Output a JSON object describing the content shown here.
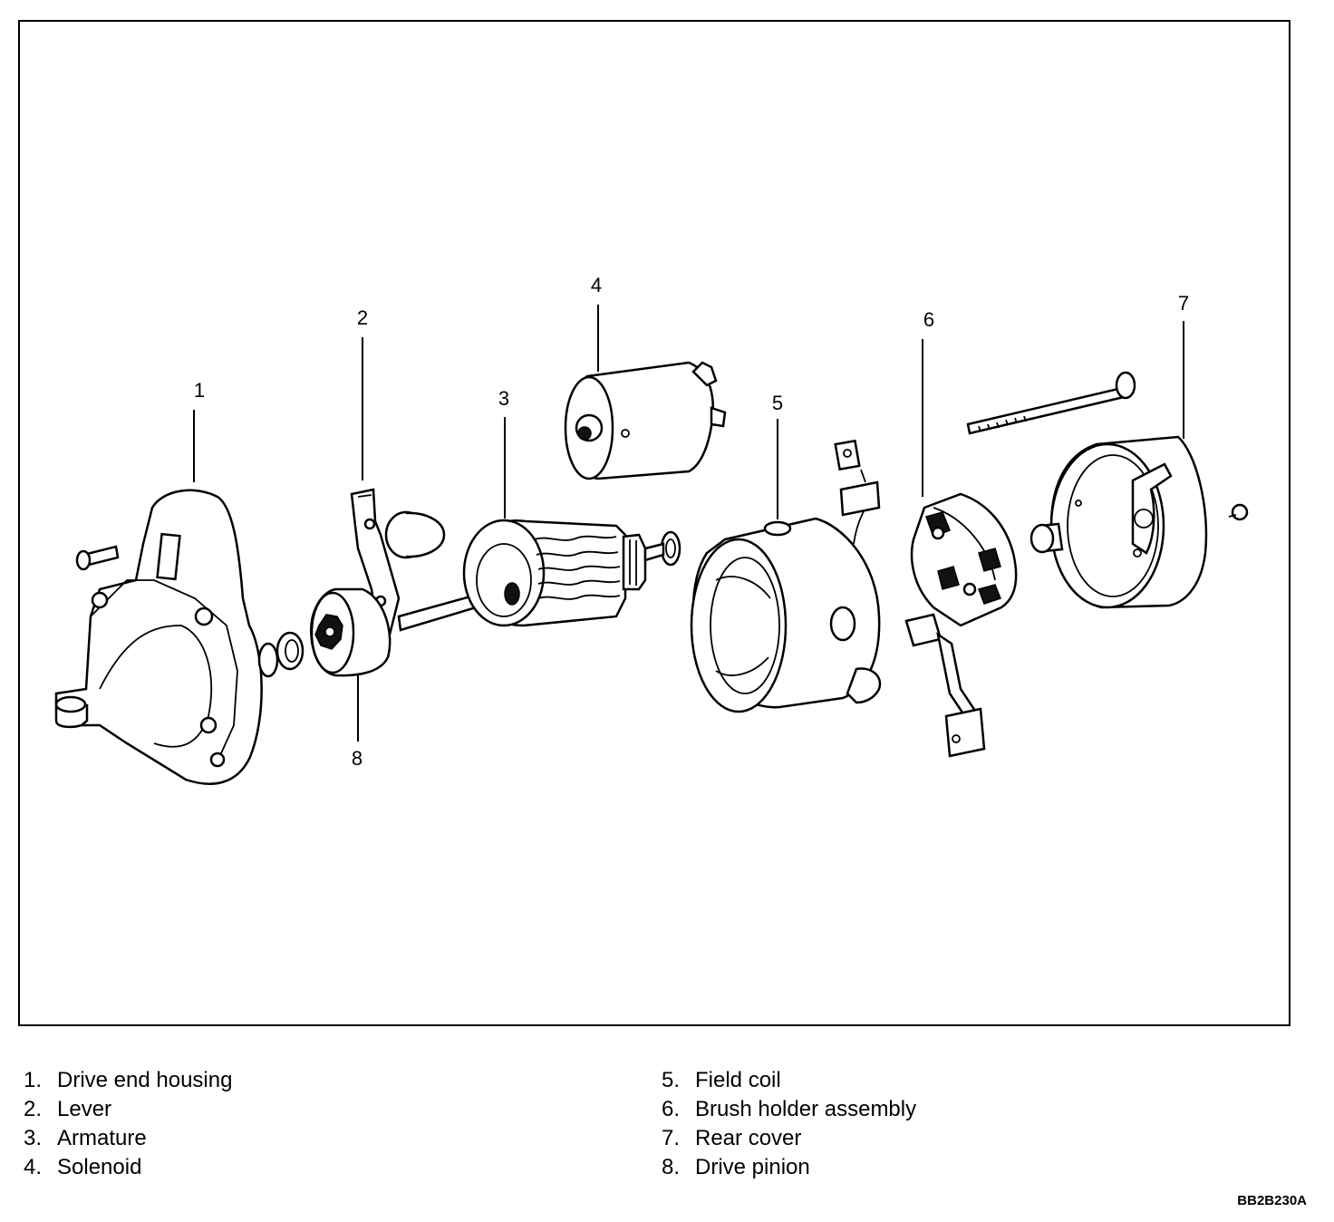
{
  "callouts": [
    {
      "number": "1",
      "part": "Drive end housing"
    },
    {
      "number": "2",
      "part": "Lever"
    },
    {
      "number": "3",
      "part": "Armature"
    },
    {
      "number": "4",
      "part": "Solenoid"
    },
    {
      "number": "5",
      "part": "Field coil"
    },
    {
      "number": "6",
      "part": "Brush holder assembly"
    },
    {
      "number": "7",
      "part": "Rear cover"
    },
    {
      "number": "8",
      "part": "Drive pinion"
    }
  ],
  "legend": [
    {
      "num": "1.",
      "label": "Drive end housing"
    },
    {
      "num": "2.",
      "label": "Lever"
    },
    {
      "num": "3.",
      "label": "Armature"
    },
    {
      "num": "4.",
      "label": "Solenoid"
    },
    {
      "num": "5.",
      "label": "Field coil"
    },
    {
      "num": "6.",
      "label": "Brush holder assembly"
    },
    {
      "num": "7.",
      "label": "Rear cover"
    },
    {
      "num": "8.",
      "label": "Drive pinion"
    }
  ],
  "figure_code": "BB2B230A"
}
